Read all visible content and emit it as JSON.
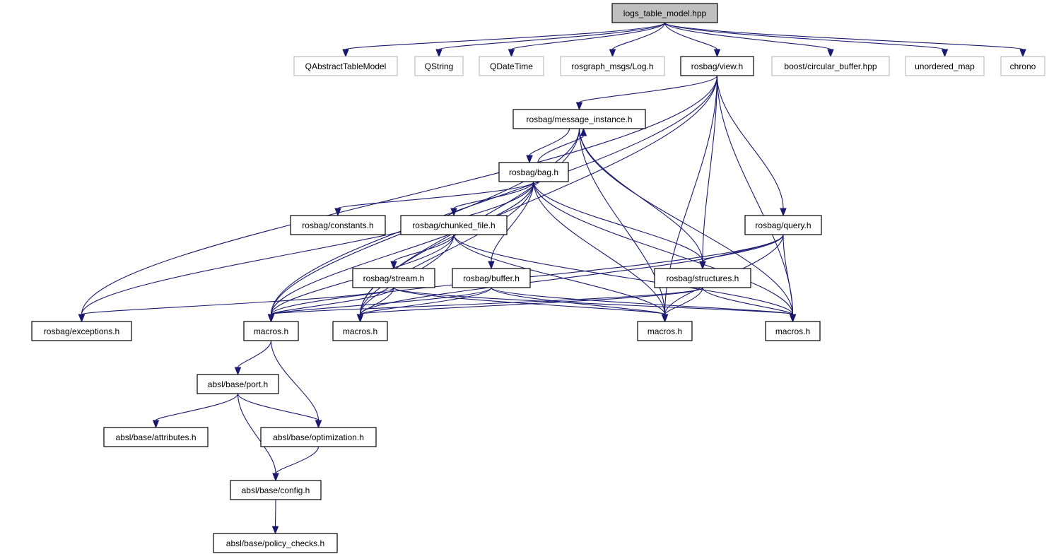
{
  "diagram": {
    "title": "logs_table_model.hpp",
    "colors": {
      "edge": "#191970",
      "root_fill": "#bfbfbf",
      "node_border": "#000000",
      "external_border": "#bfbfbf",
      "node_fill": "#ffffff"
    },
    "nodes": [
      {
        "id": "root",
        "label": "logs_table_model.hpp",
        "kind": "root"
      },
      {
        "id": "qatm",
        "label": "QAbstractTableModel",
        "kind": "external"
      },
      {
        "id": "qstring",
        "label": "QString",
        "kind": "external"
      },
      {
        "id": "qdatetime",
        "label": "QDateTime",
        "kind": "external"
      },
      {
        "id": "rosgraph",
        "label": "rosgraph_msgs/Log.h",
        "kind": "external"
      },
      {
        "id": "view",
        "label": "rosbag/view.h",
        "kind": "file"
      },
      {
        "id": "circbuf",
        "label": "boost/circular_buffer.hpp",
        "kind": "external"
      },
      {
        "id": "umap",
        "label": "unordered_map",
        "kind": "external"
      },
      {
        "id": "chrono",
        "label": "chrono",
        "kind": "external"
      },
      {
        "id": "msginst",
        "label": "rosbag/message_instance.h",
        "kind": "file"
      },
      {
        "id": "bag",
        "label": "rosbag/bag.h",
        "kind": "file"
      },
      {
        "id": "constants",
        "label": "rosbag/constants.h",
        "kind": "file"
      },
      {
        "id": "chunked",
        "label": "rosbag/chunked_file.h",
        "kind": "file"
      },
      {
        "id": "query",
        "label": "rosbag/query.h",
        "kind": "file"
      },
      {
        "id": "stream",
        "label": "rosbag/stream.h",
        "kind": "file"
      },
      {
        "id": "buffer",
        "label": "rosbag/buffer.h",
        "kind": "file"
      },
      {
        "id": "structures",
        "label": "rosbag/structures.h",
        "kind": "file"
      },
      {
        "id": "exceptions",
        "label": "rosbag/exceptions.h",
        "kind": "file"
      },
      {
        "id": "macros1",
        "label": "macros.h",
        "kind": "file"
      },
      {
        "id": "macros2",
        "label": "macros.h",
        "kind": "file"
      },
      {
        "id": "macros3",
        "label": "macros.h",
        "kind": "file"
      },
      {
        "id": "macros4",
        "label": "macros.h",
        "kind": "file"
      },
      {
        "id": "port",
        "label": "absl/base/port.h",
        "kind": "file"
      },
      {
        "id": "attributes",
        "label": "absl/base/attributes.h",
        "kind": "file"
      },
      {
        "id": "optimization",
        "label": "absl/base/optimization.h",
        "kind": "file"
      },
      {
        "id": "config",
        "label": "absl/base/config.h",
        "kind": "file"
      },
      {
        "id": "policy",
        "label": "absl/base/policy_checks.h",
        "kind": "file"
      }
    ],
    "edges": [
      [
        "root",
        "qatm"
      ],
      [
        "root",
        "qstring"
      ],
      [
        "root",
        "qdatetime"
      ],
      [
        "root",
        "rosgraph"
      ],
      [
        "root",
        "view"
      ],
      [
        "root",
        "circbuf"
      ],
      [
        "root",
        "umap"
      ],
      [
        "root",
        "chrono"
      ],
      [
        "view",
        "msginst"
      ],
      [
        "view",
        "structures"
      ],
      [
        "view",
        "query"
      ],
      [
        "view",
        "exceptions"
      ],
      [
        "view",
        "macros1"
      ],
      [
        "view",
        "macros2"
      ],
      [
        "view",
        "macros3"
      ],
      [
        "view",
        "macros4"
      ],
      [
        "msginst",
        "bag"
      ],
      [
        "msginst",
        "structures"
      ],
      [
        "msginst",
        "macros1"
      ],
      [
        "msginst",
        "macros2"
      ],
      [
        "msginst",
        "macros3"
      ],
      [
        "msginst",
        "macros4"
      ],
      [
        "bag",
        "msginst"
      ],
      [
        "bag",
        "constants"
      ],
      [
        "bag",
        "chunked"
      ],
      [
        "bag",
        "buffer"
      ],
      [
        "bag",
        "structures"
      ],
      [
        "bag",
        "exceptions"
      ],
      [
        "bag",
        "macros1"
      ],
      [
        "bag",
        "macros2"
      ],
      [
        "bag",
        "macros3"
      ],
      [
        "bag",
        "macros4"
      ],
      [
        "chunked",
        "stream"
      ],
      [
        "chunked",
        "macros1"
      ],
      [
        "chunked",
        "macros2"
      ],
      [
        "chunked",
        "macros3"
      ],
      [
        "chunked",
        "macros4"
      ],
      [
        "query",
        "structures"
      ],
      [
        "query",
        "macros1"
      ],
      [
        "query",
        "macros2"
      ],
      [
        "query",
        "macros3"
      ],
      [
        "query",
        "macros4"
      ],
      [
        "stream",
        "exceptions"
      ],
      [
        "stream",
        "macros1"
      ],
      [
        "stream",
        "macros2"
      ],
      [
        "stream",
        "macros3"
      ],
      [
        "stream",
        "macros4"
      ],
      [
        "buffer",
        "macros1"
      ],
      [
        "buffer",
        "macros2"
      ],
      [
        "buffer",
        "macros3"
      ],
      [
        "buffer",
        "macros4"
      ],
      [
        "structures",
        "macros1"
      ],
      [
        "structures",
        "macros2"
      ],
      [
        "structures",
        "macros3"
      ],
      [
        "structures",
        "macros4"
      ],
      [
        "macros1",
        "port"
      ],
      [
        "macros1",
        "optimization"
      ],
      [
        "port",
        "attributes"
      ],
      [
        "port",
        "optimization"
      ],
      [
        "port",
        "config"
      ],
      [
        "optimization",
        "config"
      ],
      [
        "config",
        "policy"
      ]
    ]
  }
}
